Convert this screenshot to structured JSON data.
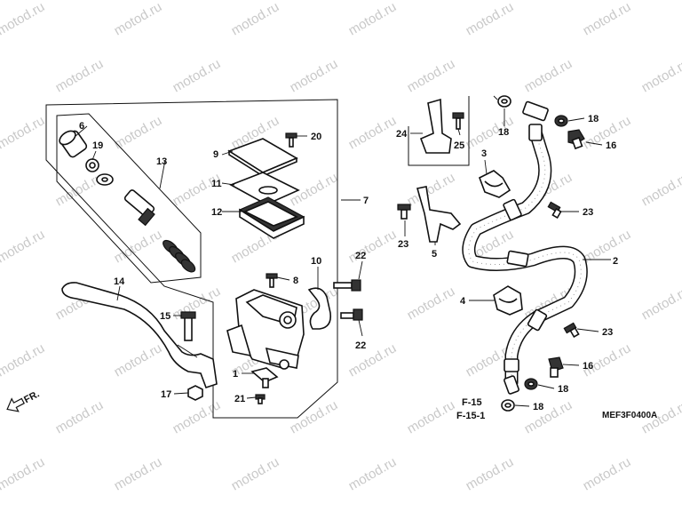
{
  "watermark": "motod.ru",
  "diagram_code": "MEF3F0400A",
  "direction_mark": "FR.",
  "refs": [
    "F-15",
    "F-15-1"
  ],
  "callouts": {
    "p1": "1",
    "p2": "2",
    "p3": "3",
    "p4": "4",
    "p5": "5",
    "p6": "6",
    "p7": "7",
    "p8": "8",
    "p9": "9",
    "p10": "10",
    "p11": "11",
    "p12": "12",
    "p13": "13",
    "p14": "14",
    "p15": "15",
    "p16a": "16",
    "p16b": "16",
    "p17": "17",
    "p18a": "18",
    "p18b": "18",
    "p18c": "18",
    "p18d": "18",
    "p19": "19",
    "p20": "20",
    "p21": "21",
    "p22a": "22",
    "p22b": "22",
    "p23a": "23",
    "p23b": "23",
    "p23c": "23",
    "p24": "24",
    "p25": "25"
  }
}
